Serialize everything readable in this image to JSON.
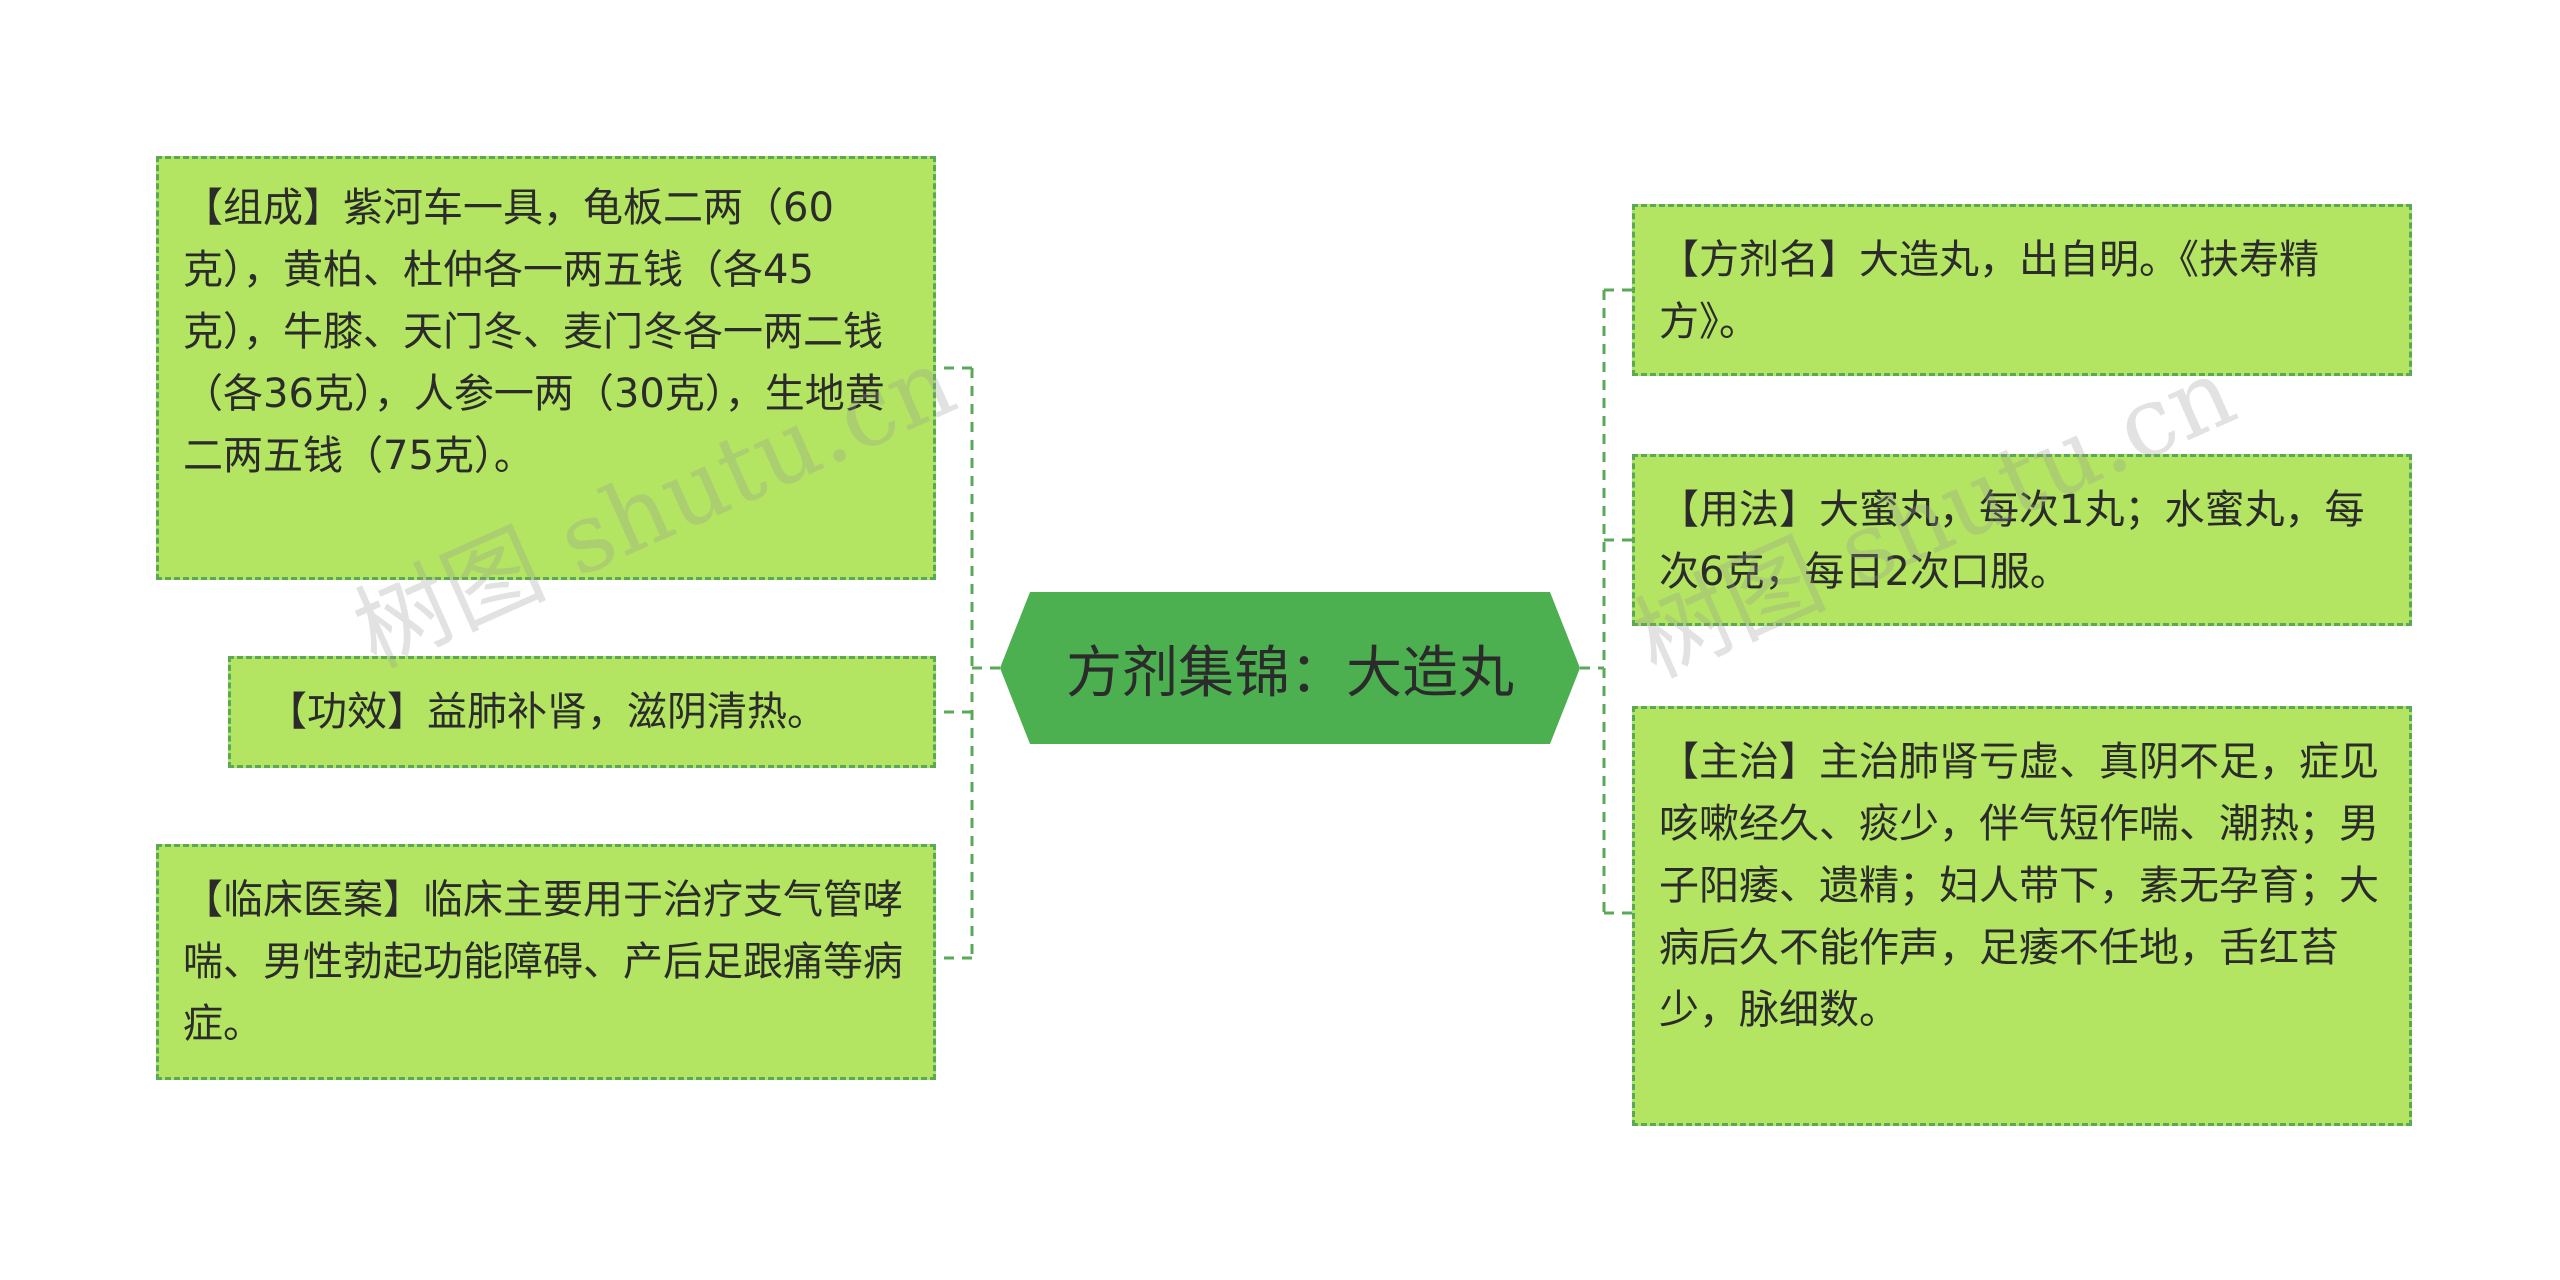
{
  "diagram": {
    "center": {
      "label": "方剂集锦：大造丸"
    },
    "left_nodes": [
      {
        "id": "composition",
        "text": "【组成】紫河车一具，龟板二两（60克），黄柏、杜仲各一两五钱（各45克），牛膝、天门冬、麦门冬各一两二钱（各36克），人参一两（30克），生地黄二两五钱（75克）。"
      },
      {
        "id": "efficacy",
        "text": "【功效】益肺补肾，滋阴清热。"
      },
      {
        "id": "clinical",
        "text": "【临床医案】临床主要用于治疗支气管哮喘、男性勃起功能障碍、产后足跟痛等病症。"
      }
    ],
    "right_nodes": [
      {
        "id": "name",
        "text": "【方剂名】大造丸，出自明。《扶寿精方》。"
      },
      {
        "id": "usage",
        "text": "【用法】大蜜丸，每次1丸；水蜜丸，每次6克，每日2次口服。"
      },
      {
        "id": "indications",
        "text": "【主治】主治肺肾亏虚、真阴不足，症见咳嗽经久、痰少，伴气短作喘、潮热；男子阳痿、遗精；妇人带下，素无孕育；大病后久不能作声，足痿不任地，舌红苔少，脉细数。"
      }
    ]
  },
  "watermarks": [
    "树图 shutu.cn",
    "树图 shutu.cn"
  ],
  "colors": {
    "node_fill": "#b3e462",
    "node_border": "#5aa858",
    "center_fill": "#4caf50",
    "connector": "#5aa858",
    "text": "#2b2b2b"
  }
}
